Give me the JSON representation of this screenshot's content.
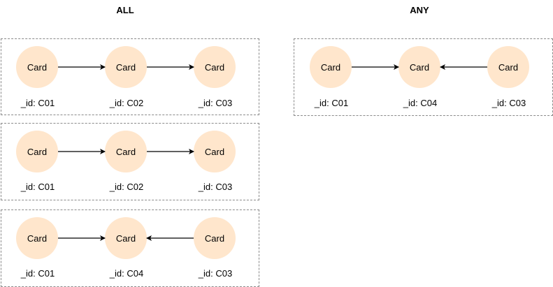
{
  "sections": [
    {
      "title": "ALL",
      "groups": [
        {
          "nodes": [
            {
              "label": "Card",
              "id_label": "_id: C01"
            },
            {
              "label": "Card",
              "id_label": "_id: C02"
            },
            {
              "label": "Card",
              "id_label": "_id: C03"
            }
          ],
          "edges": [
            {
              "from": 0,
              "to": 1
            },
            {
              "from": 1,
              "to": 2
            }
          ]
        },
        {
          "nodes": [
            {
              "label": "Card",
              "id_label": "_id: C01"
            },
            {
              "label": "Card",
              "id_label": "_id: C02"
            },
            {
              "label": "Card",
              "id_label": "_id: C03"
            }
          ],
          "edges": [
            {
              "from": 0,
              "to": 1
            },
            {
              "from": 1,
              "to": 2
            }
          ]
        },
        {
          "nodes": [
            {
              "label": "Card",
              "id_label": "_id: C01"
            },
            {
              "label": "Card",
              "id_label": "_id: C04"
            },
            {
              "label": "Card",
              "id_label": "_id: C03"
            }
          ],
          "edges": [
            {
              "from": 0,
              "to": 1
            },
            {
              "from": 2,
              "to": 1
            }
          ]
        }
      ]
    },
    {
      "title": "ANY",
      "groups": [
        {
          "nodes": [
            {
              "label": "Card",
              "id_label": "_id: C01"
            },
            {
              "label": "Card",
              "id_label": "_id: C04"
            },
            {
              "label": "Card",
              "id_label": "_id: C03"
            }
          ],
          "edges": [
            {
              "from": 0,
              "to": 1
            },
            {
              "from": 2,
              "to": 1
            }
          ]
        }
      ]
    }
  ],
  "colors": {
    "node_fill": "#ffe6cc",
    "group_border": "#8a8a8a",
    "edge": "#000000"
  }
}
